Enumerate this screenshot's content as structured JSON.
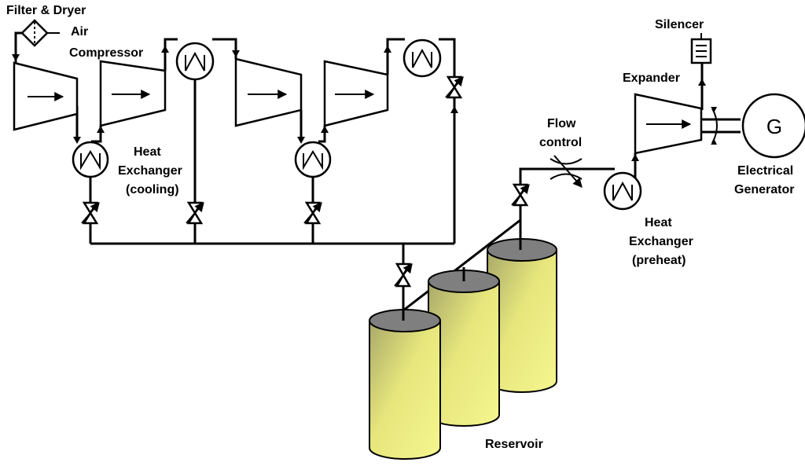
{
  "labels": {
    "filter_dryer": "Filter & Dryer",
    "air": "Air",
    "compressor": "Compressor",
    "heat_exchanger_cooling_1": "Heat",
    "heat_exchanger_cooling_2": "Exchanger",
    "heat_exchanger_cooling_3": "(cooling)",
    "silencer": "Silencer",
    "expander": "Expander",
    "flow_control_1": "Flow",
    "flow_control_2": "control",
    "generator_symbol": "G",
    "electrical_generator_1": "Electrical",
    "electrical_generator_2": "Generator",
    "heat_exchanger_preheat_1": "Heat",
    "heat_exchanger_preheat_2": "Exchanger",
    "heat_exchanger_preheat_3": "(preheat)",
    "reservoir": "Reservoir"
  },
  "colors": {
    "line": "#000000",
    "tank_yellow": "#f4f48a",
    "tank_top_gray": "#7f7f7f",
    "tank_shade": "#a0a070"
  }
}
